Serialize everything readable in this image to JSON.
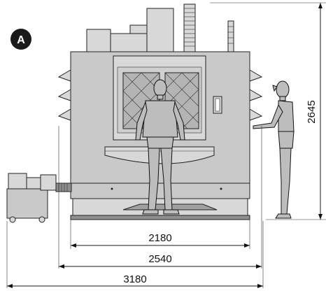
{
  "badge": {
    "letter": "A"
  },
  "dimensions": {
    "width_inner": "2180",
    "width_middle": "2540",
    "width_outer": "3180",
    "height": "2645"
  },
  "colors": {
    "machine_fill": "#c9c9c9",
    "badge_fill": "#1a1a1a",
    "line": "#1a1a1a"
  }
}
